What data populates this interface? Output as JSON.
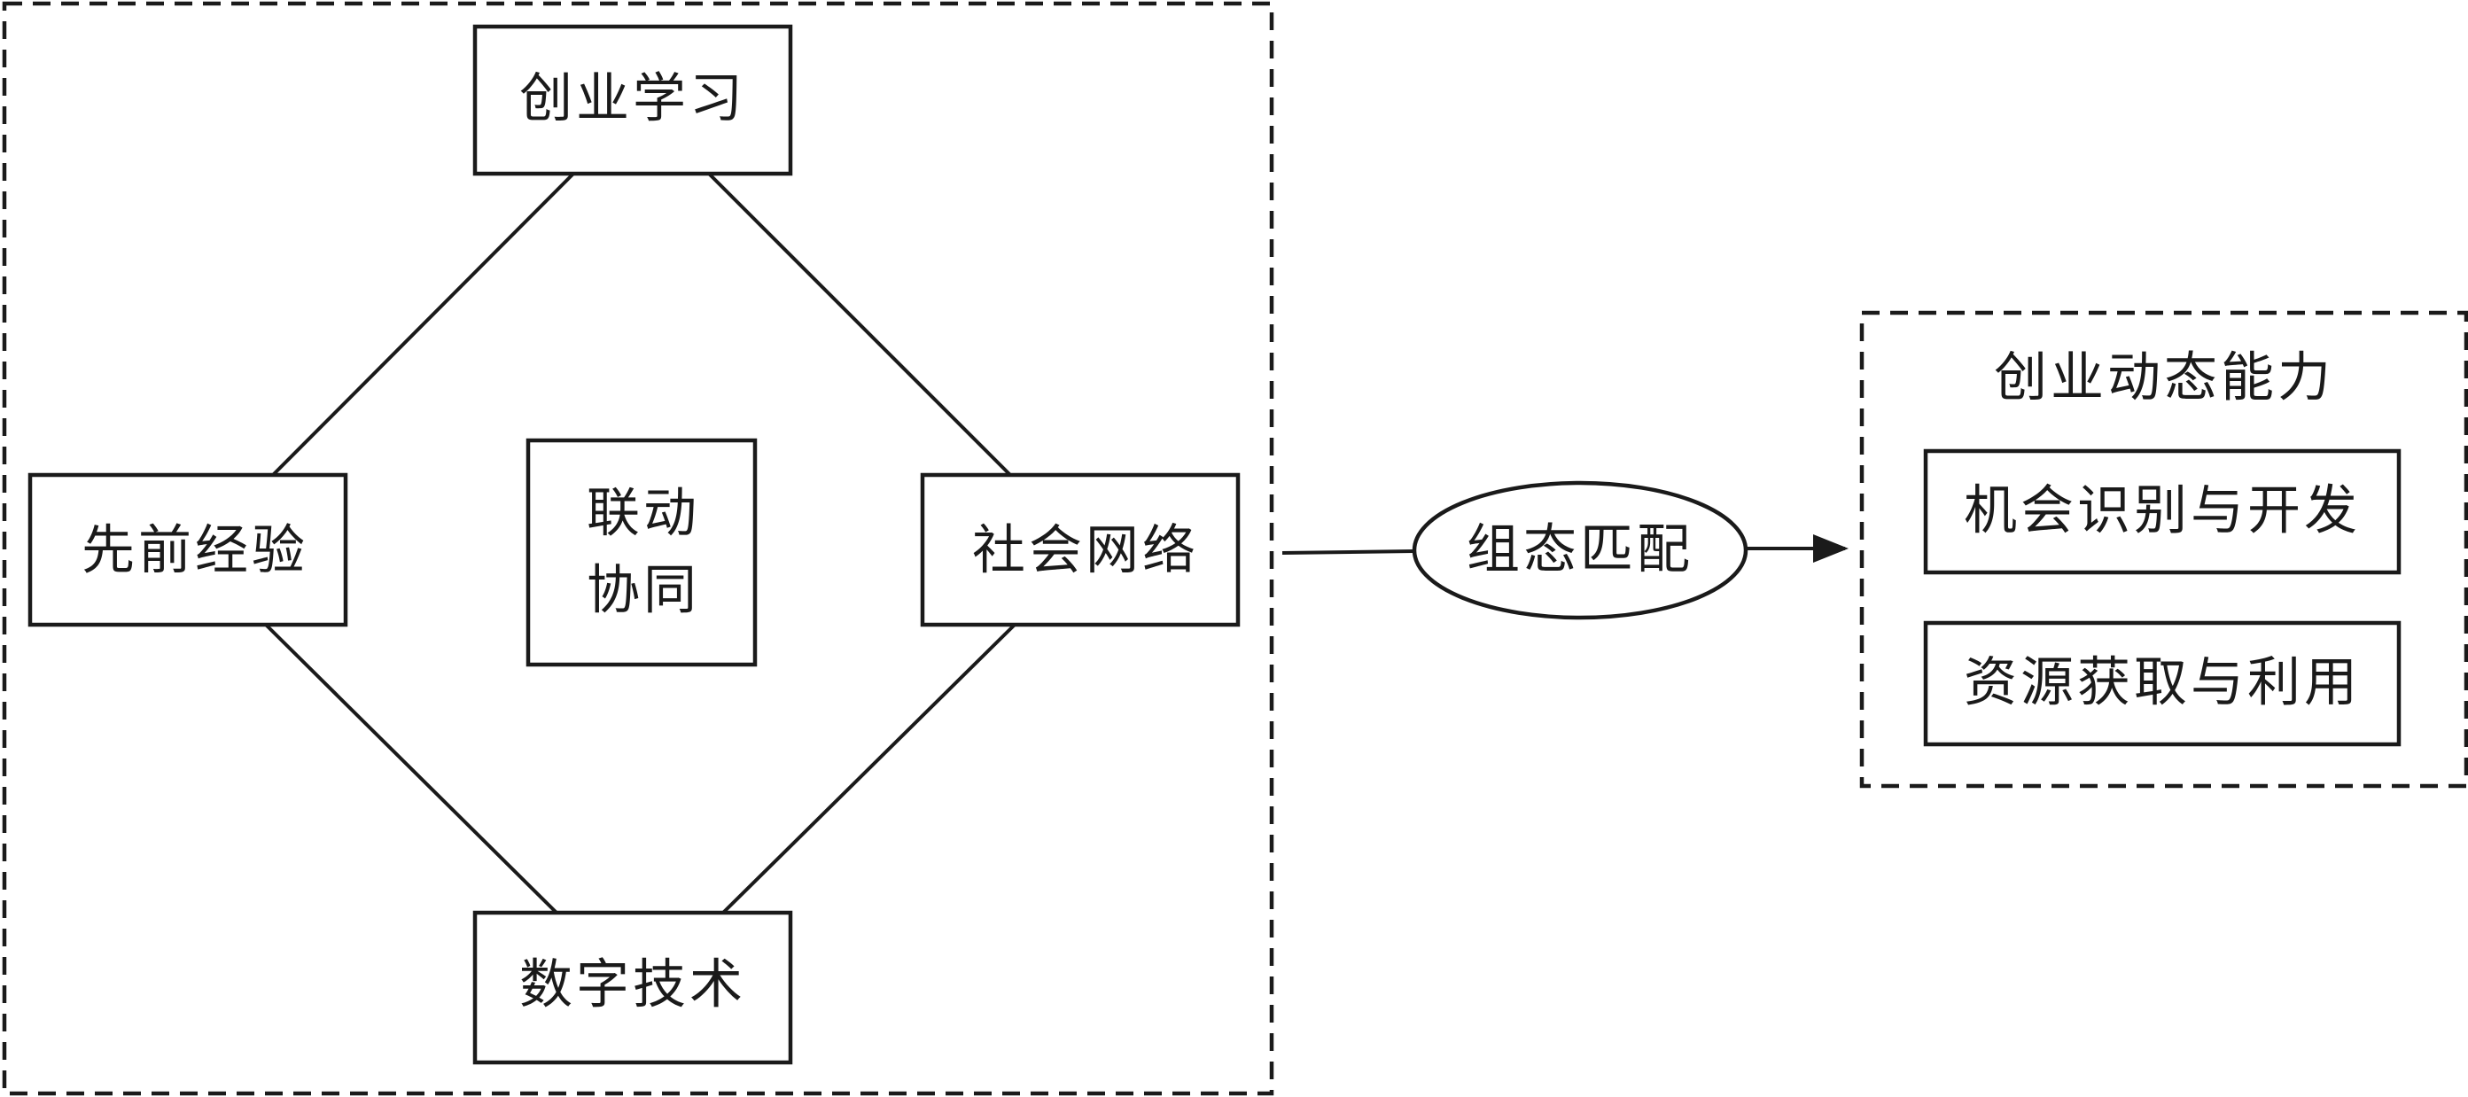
{
  "left_group": {
    "top_node": "创业学习",
    "left_node": "先前经验",
    "right_node": "社会网络",
    "bottom_node": "数字技术",
    "center_node": {
      "line1": "联动",
      "line2": "协同"
    }
  },
  "connector_label": "组态匹配",
  "right_group": {
    "title": "创业动态能力",
    "item1": "机会识别与开发",
    "item2": "资源获取与利用"
  }
}
